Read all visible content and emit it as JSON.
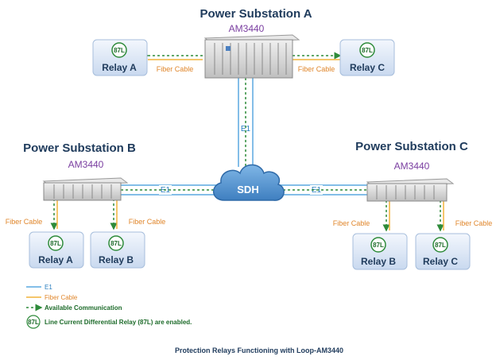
{
  "substations": {
    "a": {
      "title": "Power Substation A",
      "model": "AM3440"
    },
    "b": {
      "title": "Power Substation B",
      "model": "AM3440"
    },
    "c": {
      "title": "Power Substation C",
      "model": "AM3440"
    }
  },
  "relays": {
    "a_left": {
      "badge": "87L",
      "label": "Relay A"
    },
    "a_right": {
      "badge": "87L",
      "label": "Relay C"
    },
    "b_left": {
      "badge": "87L",
      "label": "Relay A"
    },
    "b_right": {
      "badge": "87L",
      "label": "Relay B"
    },
    "c_left": {
      "badge": "87L",
      "label": "Relay B"
    },
    "c_right": {
      "badge": "87L",
      "label": "Relay C"
    }
  },
  "links": {
    "fiber_label": "Fiber Cable",
    "e1_label": "E1"
  },
  "cloud": {
    "label": "SDH"
  },
  "legend": {
    "e1": "E1",
    "fiber": "Fiber Cable",
    "comm": "Available Communication",
    "badge": "87L",
    "relay_note": "Line Current Differential Relay (87L) are enabled."
  },
  "caption": "Protection Relays Functioning with Loop-AM3440",
  "colors": {
    "e1": "#5aa9e0",
    "fiber": "#f2b33a",
    "comm": "#2e8b3a",
    "relay_box": "#dbe7f6",
    "cloud": "#5b9bd5"
  }
}
